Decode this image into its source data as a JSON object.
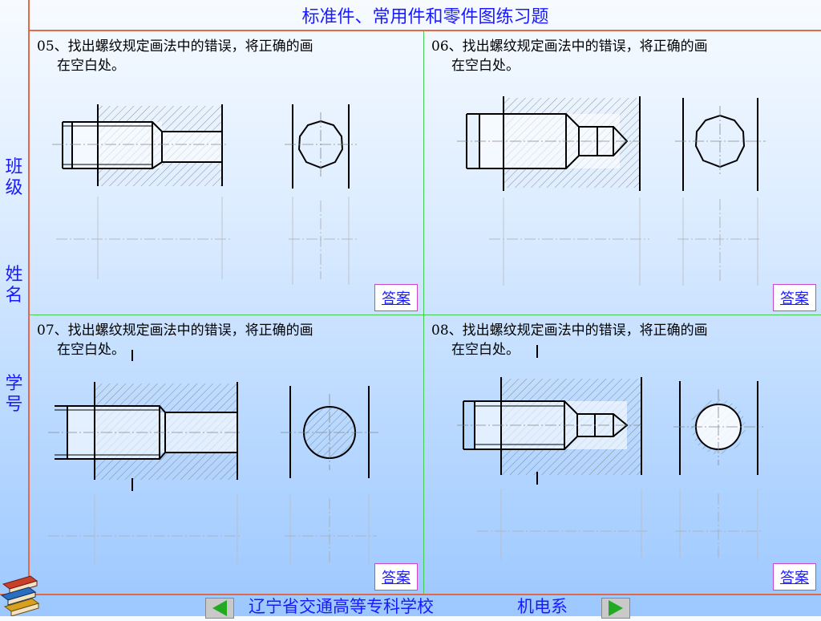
{
  "header": {
    "title": "标准件、常用件和零件图练习题"
  },
  "sidebar": {
    "class_label": "班级",
    "name_label": "姓名",
    "number_label": "学号"
  },
  "problems": [
    {
      "text_line1": "05、找出螺纹规定画法中的错误，将正确的画",
      "text_line2": "在空白处。",
      "answer_label": "答案"
    },
    {
      "text_line1": "06、找出螺纹规定画法中的错误，将正确的画",
      "text_line2": "在空白处。",
      "answer_label": "答案"
    },
    {
      "text_line1": "07、找出螺纹规定画法中的错误，将正确的画",
      "text_line2": "在空白处。",
      "answer_label": "答案"
    },
    {
      "text_line1": "08、找出螺纹规定画法中的错误，将正确的画",
      "text_line2": "在空白处。",
      "answer_label": "答案"
    }
  ],
  "footer": {
    "school": "辽宁省交通高等专科学校",
    "department": "机电系"
  },
  "icons": {
    "prev": "prev-arrow-icon",
    "next": "next-arrow-icon",
    "logo": "books-logo-icon"
  },
  "colors": {
    "accent_text": "#1a1aff",
    "border": "#e06a4a",
    "divider": "#44cc55",
    "nav_arrow": "#22aa22"
  }
}
